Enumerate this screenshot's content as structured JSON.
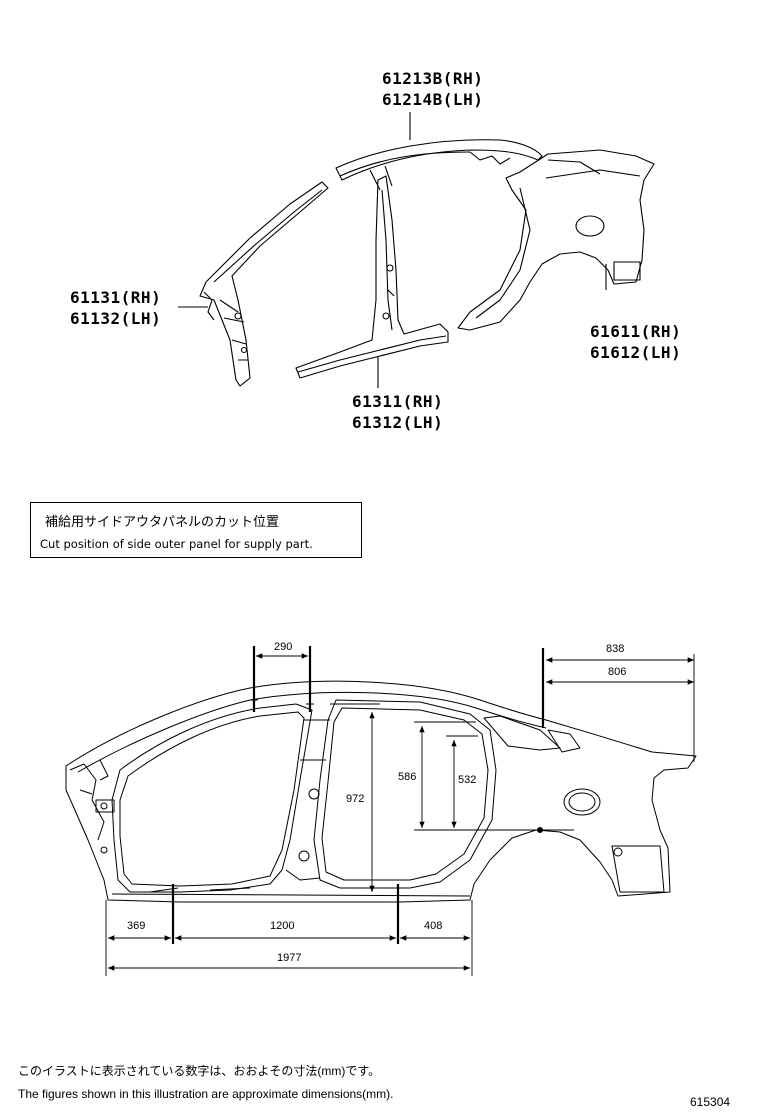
{
  "labels": {
    "roof_rail_rh": "61213B(RH)",
    "roof_rail_lh": "61214B(LH)",
    "front_pillar_rh": "61131(RH)",
    "front_pillar_lh": "61132(LH)",
    "quarter_panel_rh": "61611(RH)",
    "quarter_panel_lh": "61612(LH)",
    "rocker_panel_rh": "61311(RH)",
    "rocker_panel_lh": "61312(LH)"
  },
  "note": {
    "jp": "補給用サイドアウタパネルのカット位置",
    "en": "Cut position of side outer panel for supply part."
  },
  "dimensions": {
    "d290": "290",
    "d838": "838",
    "d806": "806",
    "d972": "972",
    "d586": "586",
    "d532": "532",
    "d369": "369",
    "d1200": "1200",
    "d408": "408",
    "d1977": "1977"
  },
  "footer": {
    "jp": "このイラストに表示されている数字は、おおよその寸法(mm)です。",
    "en": "The figures shown in this illustration are approximate dimensions(mm).",
    "figure_number": "615304"
  }
}
